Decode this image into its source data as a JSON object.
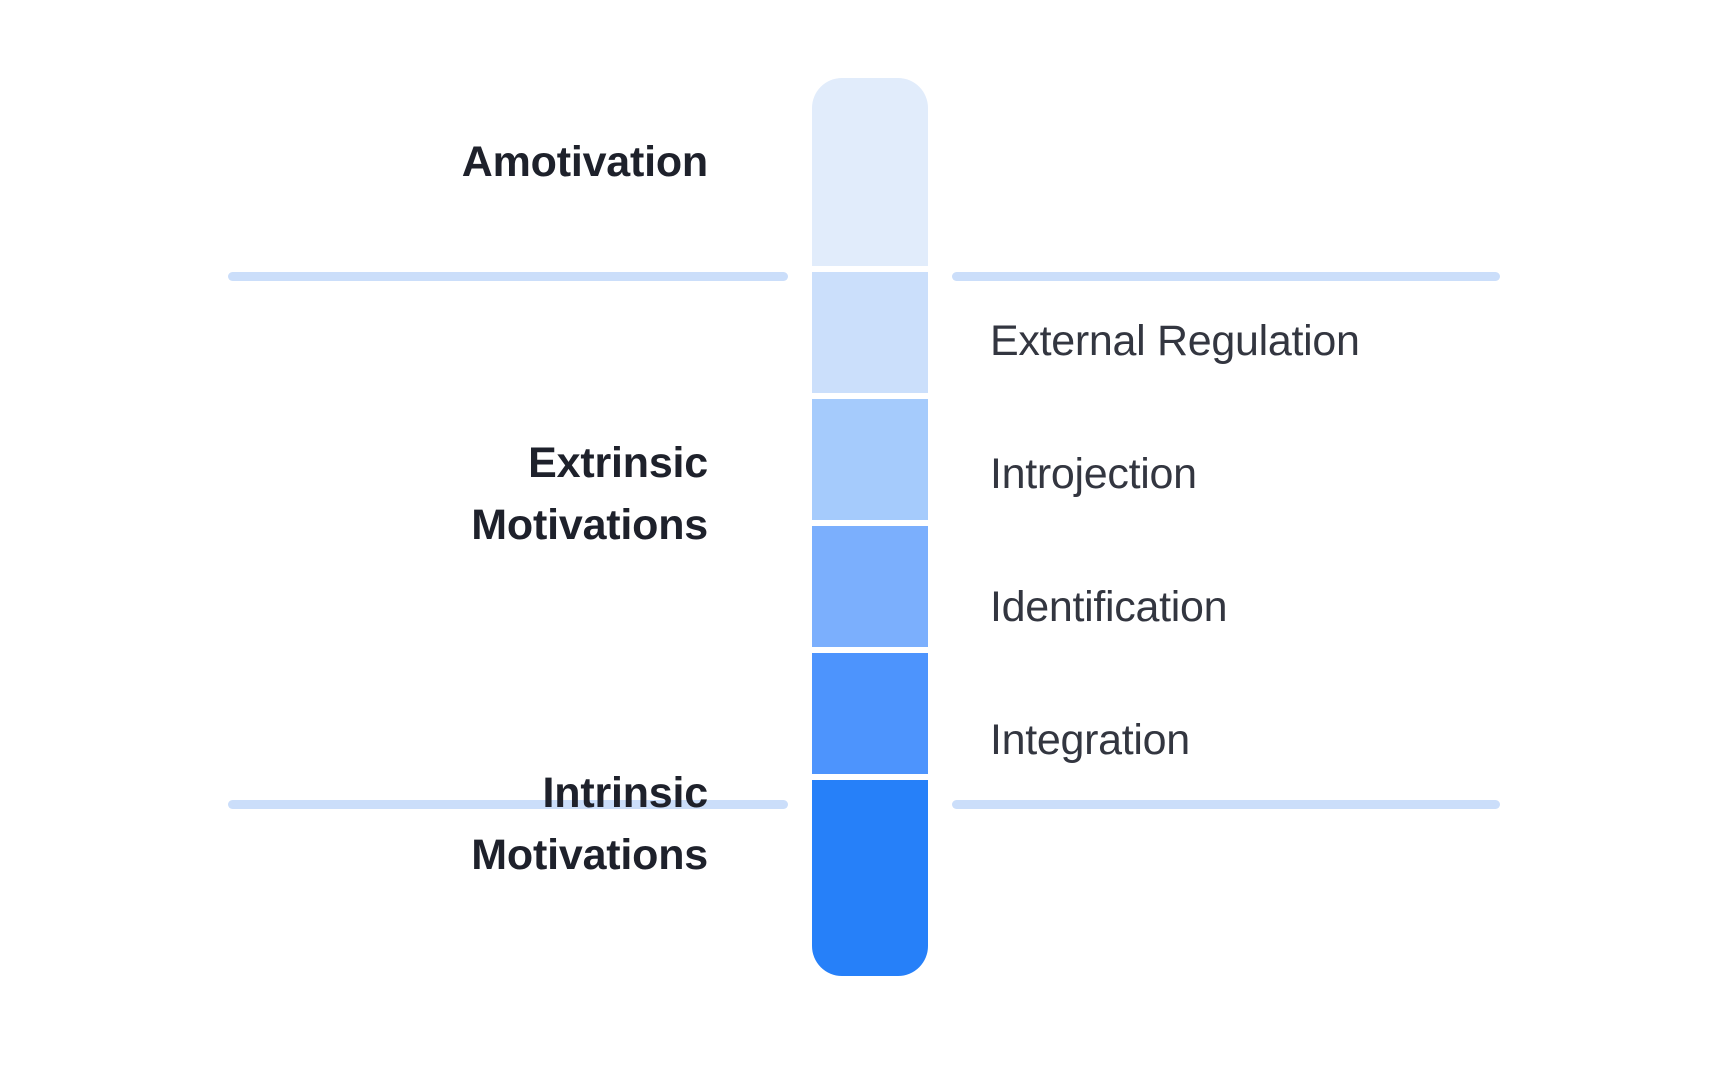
{
  "diagram": {
    "title": "Self-Determination Theory Motivation Continuum",
    "background_color": "#FFFFFF",
    "text_color_bold": "#1E212B",
    "text_color_regular": "#333640",
    "divider_color": "#CBDEFA"
  },
  "left_labels": [
    {
      "id": "amotivation",
      "text": "Amotivation"
    },
    {
      "id": "extrinsic",
      "text": "Extrinsic\nMotivations",
      "line1": "Extrinsic",
      "line2": "Motivations"
    },
    {
      "id": "intrinsic",
      "text": "Intrinsic\nMotivations",
      "line1": "Intrinsic",
      "line2": "Motivations"
    }
  ],
  "right_labels": [
    {
      "id": "external-regulation",
      "text": "External Regulation"
    },
    {
      "id": "introjection",
      "text": "Introjection"
    },
    {
      "id": "identification",
      "text": "Identification"
    },
    {
      "id": "integration",
      "text": "Integration"
    }
  ],
  "spectrum": {
    "segments": [
      {
        "id": "amotivation",
        "color": "#E1ECFB",
        "label": "Amotivation"
      },
      {
        "id": "external-regulation",
        "color": "#CBDFFB",
        "label": "External Regulation"
      },
      {
        "id": "introjection",
        "color": "#A5CBFC",
        "label": "Introjection"
      },
      {
        "id": "identification",
        "color": "#7BAFFD",
        "label": "Identification"
      },
      {
        "id": "integration",
        "color": "#4D94FD",
        "label": "Integration"
      },
      {
        "id": "intrinsic",
        "color": "#2680F9",
        "label": "Intrinsic Motivations"
      }
    ]
  },
  "dividers": [
    {
      "id": "top",
      "color": "#CBDEFA"
    },
    {
      "id": "bottom",
      "color": "#CBDEFA"
    }
  ]
}
